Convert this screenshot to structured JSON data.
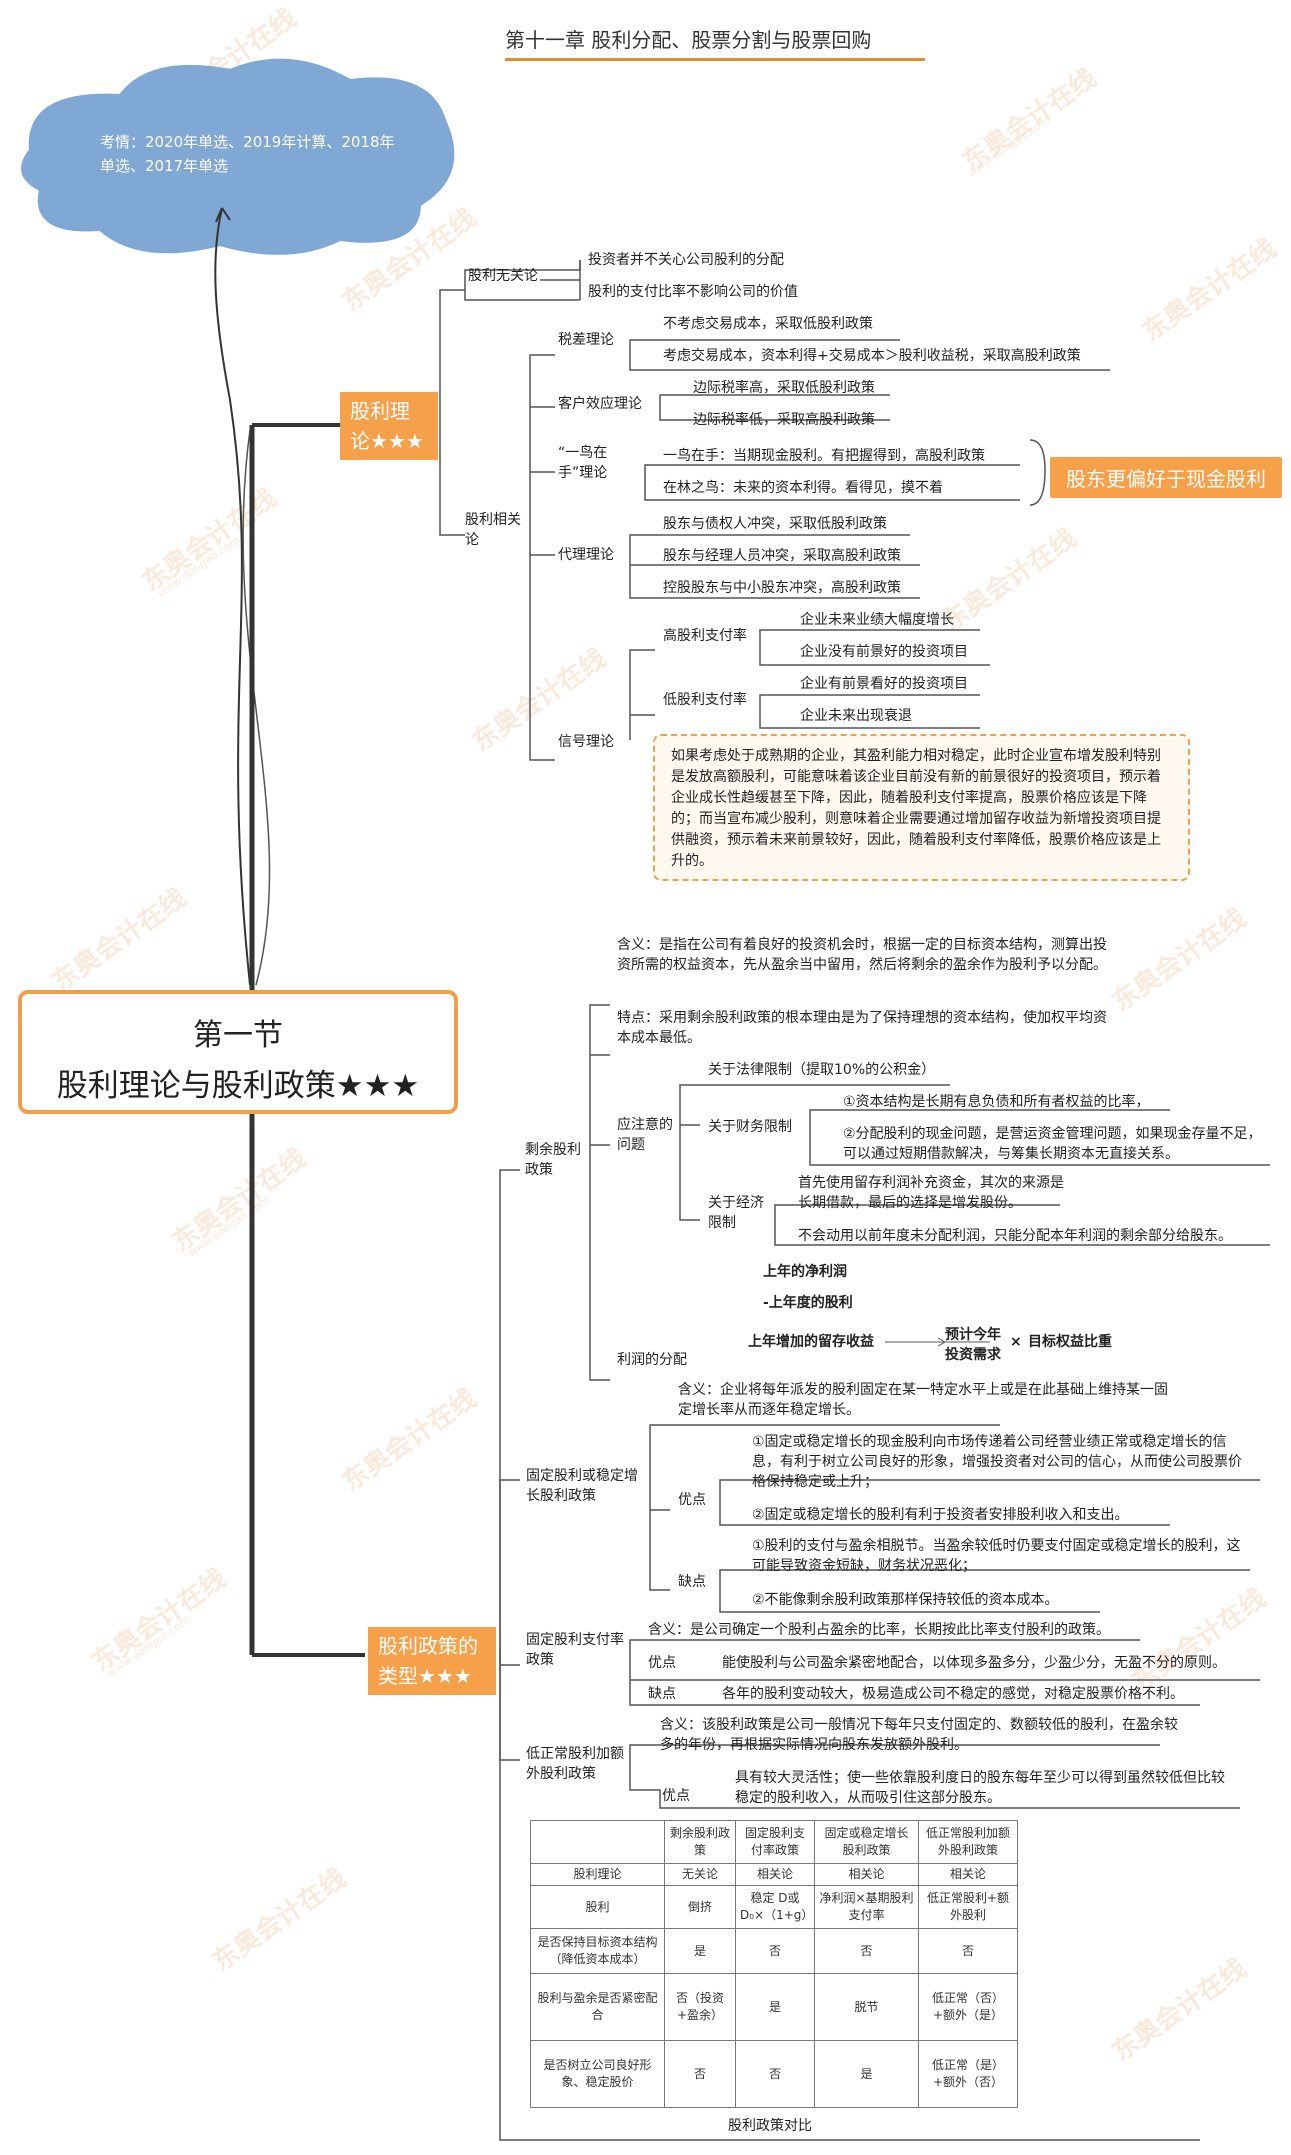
{
  "title": "第十一章 股利分配、股票分割与股票回购",
  "watermark": "东奥会计在线",
  "watermark_url": "www.dongao.com",
  "cloud": "考情：2020年单选、2019年计算、2018年单选、2017年单选",
  "root": {
    "line1": "第一节",
    "line2": "股利理论与股利政策★★★"
  },
  "theory": {
    "label": "股利理论★★★",
    "irrelevance": {
      "label": "股利无关论",
      "items": [
        "投资者并不关心公司股利的分配",
        "股利的支付比率不影响公司的价值"
      ]
    },
    "relevance": {
      "label": "股利相关论",
      "tax": {
        "label": "税差理论",
        "items": [
          "不考虑交易成本，采取低股利政策",
          "考虑交易成本，资本利得+交易成本＞股利收益税，采取高股利政策"
        ]
      },
      "clientele": {
        "label": "客户效应理论",
        "items": [
          "边际税率高，采取低股利政策",
          "边际税率低，采取高股利政策"
        ]
      },
      "bird": {
        "label": "“一鸟在手”理论",
        "items": [
          "一鸟在手：当期现金股利。有把握得到，高股利政策",
          "在林之鸟：未来的资本利得。看得见，摸不着"
        ],
        "highlight": "股东更偏好于现金股利"
      },
      "agency": {
        "label": "代理理论",
        "items": [
          "股东与债权人冲突，采取低股利政策",
          "股东与经理人员冲突，采取高股利政策",
          "控股股东与中小股东冲突，高股利政策"
        ]
      },
      "signal": {
        "label": "信号理论",
        "high": {
          "label": "高股利支付率",
          "items": [
            "企业未来业绩大幅度增长",
            "企业没有前景好的投资项目"
          ]
        },
        "low": {
          "label": "低股利支付率",
          "items": [
            "企业有前景看好的投资项目",
            "企业未来出现衰退"
          ]
        },
        "note": "如果考虑处于成熟期的企业，其盈利能力相对稳定，此时企业宣布增发股利特别是发放高额股利，可能意味着该企业目前没有新的前景很好的投资项目，预示着企业成长性趋缓甚至下降，因此，随着股利支付率提高，股票价格应该是下降的；而当宣布减少股利，则意味着企业需要通过增加留存收益为新增投资项目提供融资，预示着未来前景较好，因此，随着股利支付率降低，股票价格应该是上升的。"
      }
    }
  },
  "policy": {
    "label": "股利政策的类型★★★",
    "residual": {
      "label": "剩余股利政策",
      "meaning": "含义：是指在公司有着良好的投资机会时，根据一定的目标资本结构，测算出投资所需的权益资本，先从盈余当中留用，然后将剩余的盈余作为股利予以分配。",
      "feature": "特点：采用剩余股利政策的根本理由是为了保持理想的资本结构，使加权平均资本成本最低。",
      "issues": {
        "label": "应注意的问题",
        "legal": "关于法律限制（提取10%的公积金）",
        "finance": {
          "label": "关于财务限制",
          "items": [
            "①资本结构是长期有息负债和所有者权益的比率，",
            "②分配股利的现金问题，是营运资金管理问题，如果现金存量不足，可以通过短期借款解决，与筹集长期资本无直接关系。"
          ]
        },
        "economic": {
          "label": "关于经济限制",
          "items": [
            "首先使用留存利润补充资金，其次的来源是长期借款，最后的选择是增发股份。",
            "不会动用以前年度未分配利润，只能分配本年利润的剩余部分给股东。"
          ]
        }
      },
      "profit": {
        "label": "利润的分配",
        "line1": "上年的净利润",
        "line2": "-上年度的股利",
        "retained": "上年增加的留存收益",
        "need": "预计今年投资需求",
        "times": "×",
        "ratio": "目标权益比重"
      }
    },
    "fixed": {
      "label": "固定股利或稳定增长股利政策",
      "meaning": "含义：企业将每年派发的股利固定在某一特定水平上或是在此基础上维持某一固定增长率从而逐年稳定增长。",
      "pros": {
        "label": "优点",
        "items": [
          "①固定或稳定增长的现金股利向市场传递着公司经营业绩正常或稳定增长的信息，有利于树立公司良好的形象，增强投资者对公司的信心，从而使公司股票价格保持稳定或上升；",
          "②固定或稳定增长的股利有利于投资者安排股利收入和支出。"
        ]
      },
      "cons": {
        "label": "缺点",
        "items": [
          "①股利的支付与盈余相脱节。当盈余较低时仍要支付固定或稳定增长的股利，这可能导致资金短缺，财务状况恶化；",
          "②不能像剩余股利政策那样保持较低的资本成本。"
        ]
      }
    },
    "ratio": {
      "label": "固定股利支付率政策",
      "meaning": "含义：是公司确定一个股利占盈余的比率，长期按此比率支付股利的政策。",
      "pros_label": "优点",
      "pros": "能使股利与公司盈余紧密地配合，以体现多盈多分，少盈少分，无盈不分的原则。",
      "cons_label": "缺点",
      "cons": "各年的股利变动较大，极易造成公司不稳定的感觉，对稳定股票价格不利。"
    },
    "extra": {
      "label": "低正常股利加额外股利政策",
      "meaning": "含义：该股利政策是公司一般情况下每年只支付固定的、数额较低的股利，在盈余较多的年份，再根据实际情况向股东发放额外股利。",
      "pros_label": "优点",
      "pros": "具有较大灵活性；使一些依靠股利度日的股东每年至少可以得到虽然较低但比较稳定的股利收入，从而吸引住这部分股东。"
    },
    "table": {
      "caption": "股利政策对比",
      "headers": [
        "",
        "剩余股利政策",
        "固定股利支付率政策",
        "固定或稳定增长股利政策",
        "低正常股利加额外股利政策"
      ],
      "rows": [
        [
          "股利理论",
          "无关论",
          "相关论",
          "相关论",
          "相关论"
        ],
        [
          "股利",
          "倒挤",
          "稳定 D或 D₀×（1+g）",
          "净利润×基期股利支付率",
          "低正常股利+额外股利"
        ],
        [
          "是否保持目标资本结构（降低资本成本）",
          "是",
          "否",
          "否",
          "否"
        ],
        [
          "股利与盈余是否紧密配合",
          "否（投资+盈余）",
          "是",
          "脱节",
          "低正常（否）+额外（是）"
        ],
        [
          "是否树立公司良好形象、稳定股价",
          "否",
          "否",
          "是",
          "低正常（是）+额外（否）"
        ]
      ]
    }
  }
}
